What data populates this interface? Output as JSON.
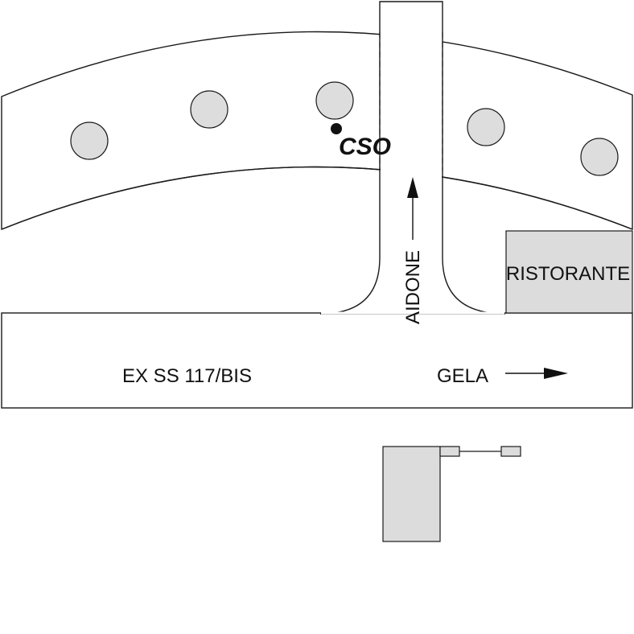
{
  "labels": {
    "station": "CSO",
    "restaurant": "RISTORANTE",
    "main_road": "EX SS 117/BIS",
    "side_road": "AIDONE",
    "direction_east": "GELA"
  },
  "colors": {
    "fill_gray": "#dcdcdc",
    "tree_gray": "#dddddd",
    "line": "#1a1a1a"
  },
  "symbols": [
    "tree-circle",
    "station-dot",
    "direction-arrow",
    "equipment-box"
  ]
}
